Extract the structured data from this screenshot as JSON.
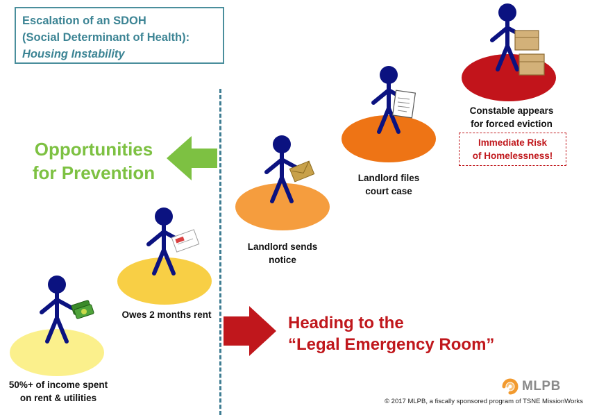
{
  "title": {
    "line1": "Escalation of an SDOH",
    "line2": "(Social Determinant of Health):",
    "line3": "Housing Instability"
  },
  "prevention": {
    "line1": "Opportunities",
    "line2": "for Prevention"
  },
  "stages": [
    {
      "line1": "50%+ of income spent",
      "line2": "on rent & utilities",
      "platform_color": "#fbf08c",
      "prop_icon": "money-icon"
    },
    {
      "line1": "Owes 2 months rent",
      "line2": "",
      "platform_color": "#f8cf45",
      "prop_icon": "bill-envelope-icon"
    },
    {
      "line1": "Landlord sends",
      "line2": "notice",
      "platform_color": "#f59d3e",
      "prop_icon": "envelope-icon"
    },
    {
      "line1": "Landlord files",
      "line2": "court case",
      "platform_color": "#ee7415",
      "prop_icon": "document-icon"
    },
    {
      "line1": "Constable appears",
      "line2": "for forced eviction",
      "platform_color": "#c2141b",
      "prop_icon": "boxes-icon"
    }
  ],
  "risk": {
    "line1": "Immediate Risk",
    "line2": "of Homelessness!"
  },
  "heading": {
    "line1": "Heading to the",
    "line2": "“Legal Emergency Room”"
  },
  "logo": {
    "text": "MLPB"
  },
  "copyright": "© 2017 MLPB, a fiscally sponsored program of TSNE MissionWorks",
  "colors": {
    "figure": "#0b1280",
    "title": "#3c8494",
    "green_arrow": "#7dc142",
    "red_arrow": "#c0171c",
    "divider": "#3f7d92",
    "logo_orange": "#f29a2e"
  }
}
